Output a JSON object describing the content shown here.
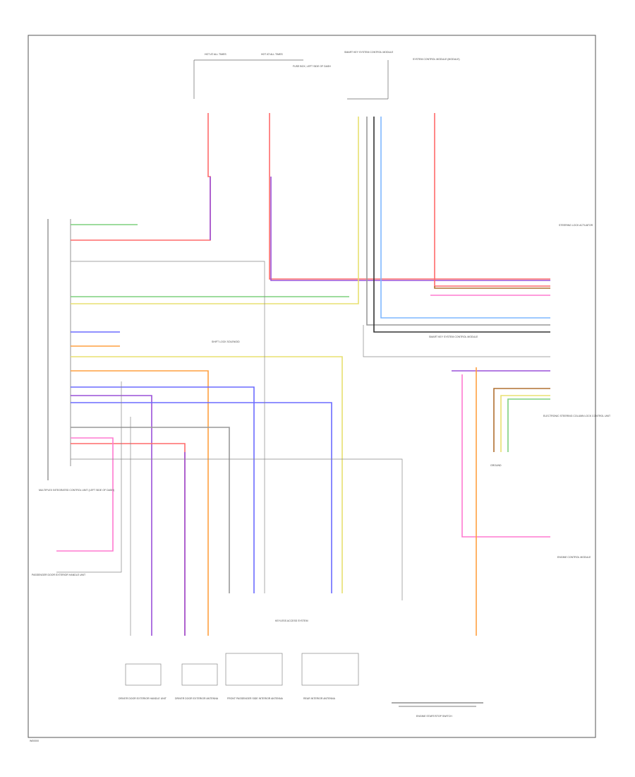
{
  "diagram": {
    "footer_code": "W00000",
    "colors": {
      "red": "#ff6a6a",
      "purple": "#9a50d8",
      "blue": "#6b6bff",
      "green": "#7fd07f",
      "yellow": "#e8e070",
      "orange": "#ffa040",
      "pink": "#ff7ad0",
      "gray": "#999999",
      "light_blue": "#7fb7ff",
      "brown": "#b07030",
      "dark": "#333333"
    },
    "top_labels": {
      "fuse_a": "HOT AT ALL TIMES",
      "fuse_b": "HOT AT ALL TIMES",
      "fuse_b_sub": "FUSE BOX, LEFT SIDE OF DASH",
      "switch_group": "SMART KEY SYSTEM CONTROL MODULE",
      "top_right": "SYSTEM CONTROL MODULE (MODULE)"
    },
    "left_module": "MULTIPLEX INTEGRATED CONTROL UNIT (LEFT SIDE OF DASH)",
    "left_bottom_module": "PASSENGER DOOR EXTERIOR HANDLE UNIT",
    "right_top_module": "STEERING LOCK ACTUATOR",
    "right_mid_module": "ELECTRONIC STEERING COLUMN LOCK CONTROL UNIT",
    "right_mid_label": "SMART KEY SYSTEM CONTROL MODULE",
    "right_lower_module": "ENGINE CONTROL MODULE",
    "ground_label": "GROUND",
    "bottom_modules": [
      "DRIVER DOOR EXTERIOR HANDLE UNIT",
      "DRIVER DOOR EXTERIOR ANTENNA",
      "FRONT PASSENGER SIDE INTERIOR ANTENNA",
      "REAR INTERIOR ANTENNA",
      "ENGINE START/STOP SWITCH"
    ],
    "middle_labels": {
      "relay": "SHIFT LOCK SOLENOID",
      "center_module": "KEYLESS ACCESS SYSTEM"
    }
  }
}
